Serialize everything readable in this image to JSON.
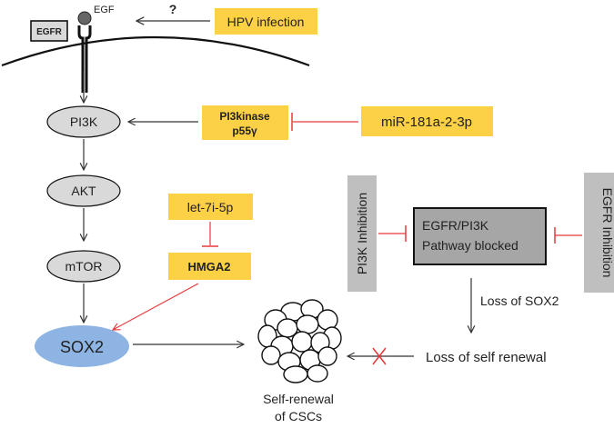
{
  "receptor": {
    "egfr_label": "EGFR",
    "ligand_label": "EGF",
    "question_mark": "?"
  },
  "inputs": {
    "hpv_infection": "HPV infection",
    "pi3kinase_line1": "PI3kinase",
    "pi3kinase_line2": "p55γ",
    "mirna": "miR-181a-2-3p",
    "let7": "let-7i-5p",
    "hmga2": "HMGA2"
  },
  "pathway": {
    "pi3k": "PI3K",
    "akt": "AKT",
    "mtor": "mTOR",
    "sox2": "SOX2"
  },
  "inhibition": {
    "pi3k_inhibition": "PI3K Inhibition",
    "egfr_inhibition": "EGFR Inhibition",
    "blocked_line1": "EGFR/PI3K",
    "blocked_line2": "Pathway blocked",
    "loss_sox2": "Loss of SOX2",
    "loss_self_renewal": "Loss of self renewal"
  },
  "outcome": {
    "line1": "Self-renewal",
    "line2": "of CSCs"
  },
  "colors": {
    "label_box": "#fdd146",
    "grey_ellipse": "#d9d9d9",
    "sox2": "#8eb4e3",
    "inhibition_box": "#bfbfbf",
    "blocked_box": "#a6a6a6",
    "inhibit_red": "#e8383b",
    "arrow": "#333333"
  }
}
